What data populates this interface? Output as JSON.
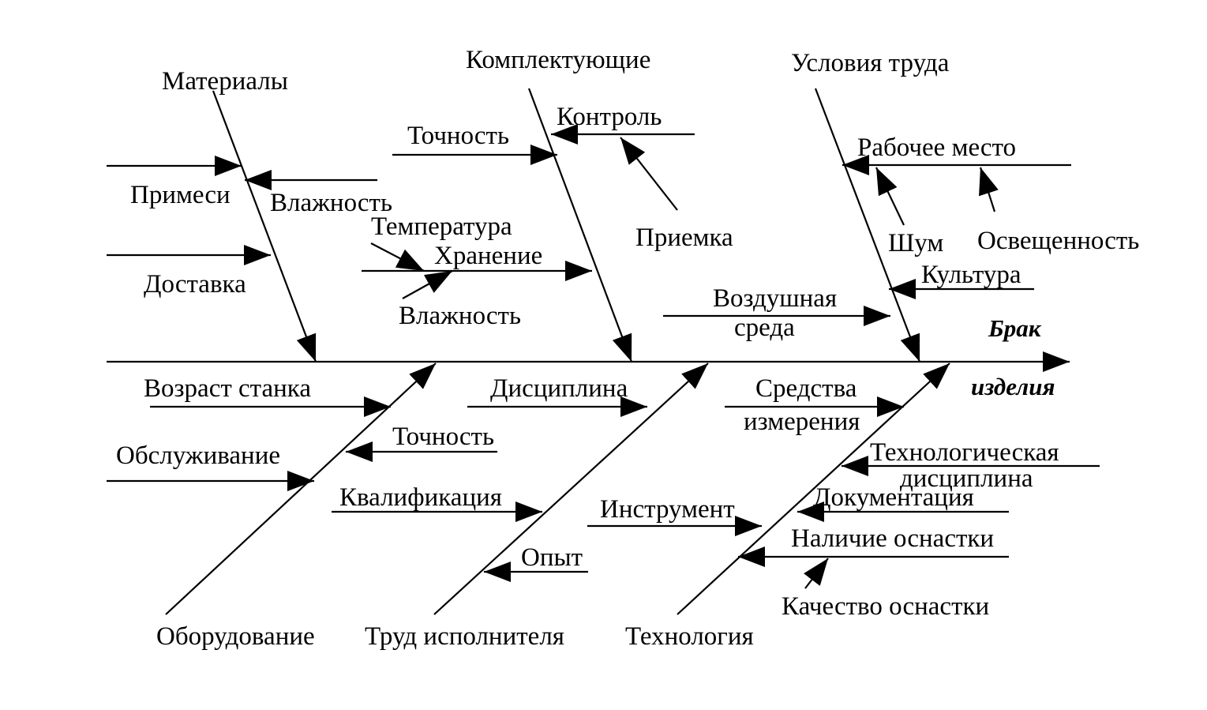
{
  "colors": {
    "ink": "#000000",
    "background": "#ffffff"
  },
  "effect": {
    "line1": "Брак",
    "line2": "изделия"
  },
  "categories": {
    "materials": "Материалы",
    "components": "Комплектующие",
    "work_conditions": "Условия труда",
    "equipment": "Оборудование",
    "worker_labor": "Труд исполнителя",
    "technology": "Технология"
  },
  "causes": {
    "materials": {
      "impurities": "Примеси",
      "humidity": "Влажность",
      "delivery": "Доставка"
    },
    "components": {
      "precision": "Точность",
      "control": "Контроль",
      "acceptance": "Приемка",
      "temperature": "Температура",
      "storage": "Хранение",
      "humidity": "Влажность"
    },
    "work_conditions": {
      "workplace": "Рабочее место",
      "noise": "Шум",
      "lighting": "Освещенность",
      "culture": "Культура",
      "air_line1": "Воздушная",
      "air_line2": "среда"
    },
    "equipment": {
      "machine_age": "Возраст станка",
      "precision": "Точность",
      "maintenance": "Обслуживание"
    },
    "worker_labor": {
      "discipline": "Дисциплина",
      "qualification": "Квалификация",
      "experience": "Опыт"
    },
    "technology": {
      "measuring_line1": "Средства",
      "measuring_line2": "измерения",
      "tech_discipline_line1": "Технологическая",
      "tech_discipline_line2": "дисциплина",
      "documentation": "Документация",
      "tooling_availability": "Наличие оснастки",
      "tool": "Инструмент",
      "tooling_quality": "Качество оснастки"
    }
  }
}
